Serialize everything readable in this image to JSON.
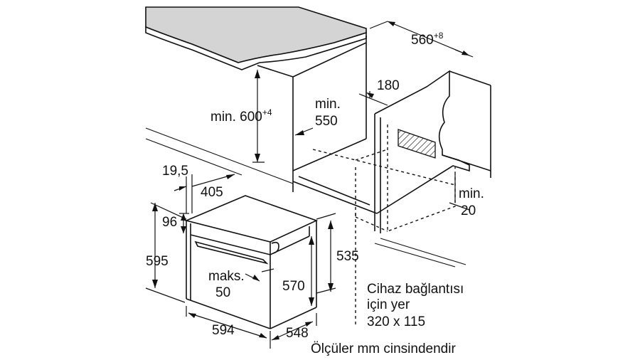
{
  "dimensions": {
    "niche_width": "560",
    "niche_width_tol": "+8",
    "min_height": "min. 600",
    "min_height_tol": "+4",
    "min_depth_1": "min.",
    "min_depth_2": "550",
    "vent_depth": "180",
    "min_gap_1": "min.",
    "min_gap_2": "20",
    "offset": "19,5",
    "depth_405": "405",
    "height_96": "96",
    "height_595": "595",
    "max_1": "maks.",
    "max_2": "50",
    "height_570": "570",
    "height_535": "535",
    "width_594": "594",
    "depth_548": "548"
  },
  "notes": {
    "connection_1": "Cihaz bağlantısı",
    "connection_2": "için yer",
    "connection_3": "320 x 115",
    "units": "Ölçüler mm cinsindendir"
  }
}
